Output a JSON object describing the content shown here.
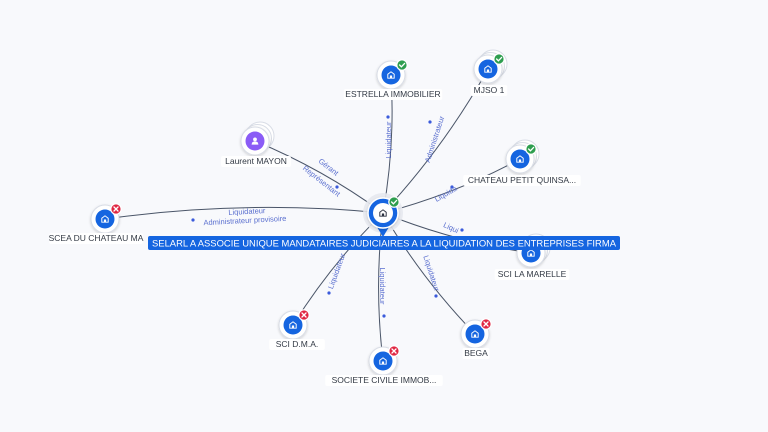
{
  "center": {
    "label": "SELARL A ASSOCIE UNIQUE MANDATAIRES JUDICIAIRES A LA LIQUIDATION DES ENTREPRISES FIRMA",
    "icon": "building-icon",
    "status": "active"
  },
  "nodes": [
    {
      "id": "estrella",
      "label": "ESTRELLA IMMOBILIER",
      "type": "company",
      "status": "active",
      "stack": false
    },
    {
      "id": "mjso",
      "label": "MJSO 1",
      "type": "company",
      "status": "active",
      "stack": true
    },
    {
      "id": "laurent",
      "label": "Laurent MAYON",
      "type": "person",
      "status": "none",
      "stack": true
    },
    {
      "id": "chateau_pq",
      "label": "CHATEAU PETIT QUINSA...",
      "type": "company",
      "status": "active",
      "stack": true
    },
    {
      "id": "scea",
      "label": "SCEA DU CHATEAU MA",
      "type": "company",
      "status": "closed",
      "stack": false
    },
    {
      "id": "marelle",
      "label": "SCI LA MARELLE",
      "type": "company",
      "status": "none",
      "stack": true
    },
    {
      "id": "dma",
      "label": "SCI D.M.A.",
      "type": "company",
      "status": "closed",
      "stack": false
    },
    {
      "id": "bega",
      "label": "BEGA",
      "type": "company",
      "status": "closed",
      "stack": false
    },
    {
      "id": "civile",
      "label": "SOCIETE CIVILE IMMOB...",
      "type": "company",
      "status": "closed",
      "stack": false
    }
  ],
  "edges": [
    {
      "to": "estrella",
      "labels": [
        "Liquidateur"
      ]
    },
    {
      "to": "mjso",
      "labels": [
        "Administrateur"
      ]
    },
    {
      "to": "laurent",
      "labels": [
        "Gérant",
        "Représentant"
      ]
    },
    {
      "to": "chateau_pq",
      "labels": [
        "Liquida"
      ]
    },
    {
      "to": "scea",
      "labels": [
        "Liquidateur",
        "Administrateur provisoire"
      ]
    },
    {
      "to": "marelle",
      "labels": [
        "Liqui"
      ]
    },
    {
      "to": "dma",
      "labels": [
        "Liquidateur"
      ]
    },
    {
      "to": "bega",
      "labels": [
        "Liquidateur"
      ]
    },
    {
      "to": "civile",
      "labels": [
        "Liquidateur"
      ]
    }
  ],
  "colors": {
    "company": "#1565e0",
    "person": "#8b5cf6",
    "active": "#2e9e4f",
    "closed": "#e02844",
    "edge_label": "#5a6fcf"
  }
}
